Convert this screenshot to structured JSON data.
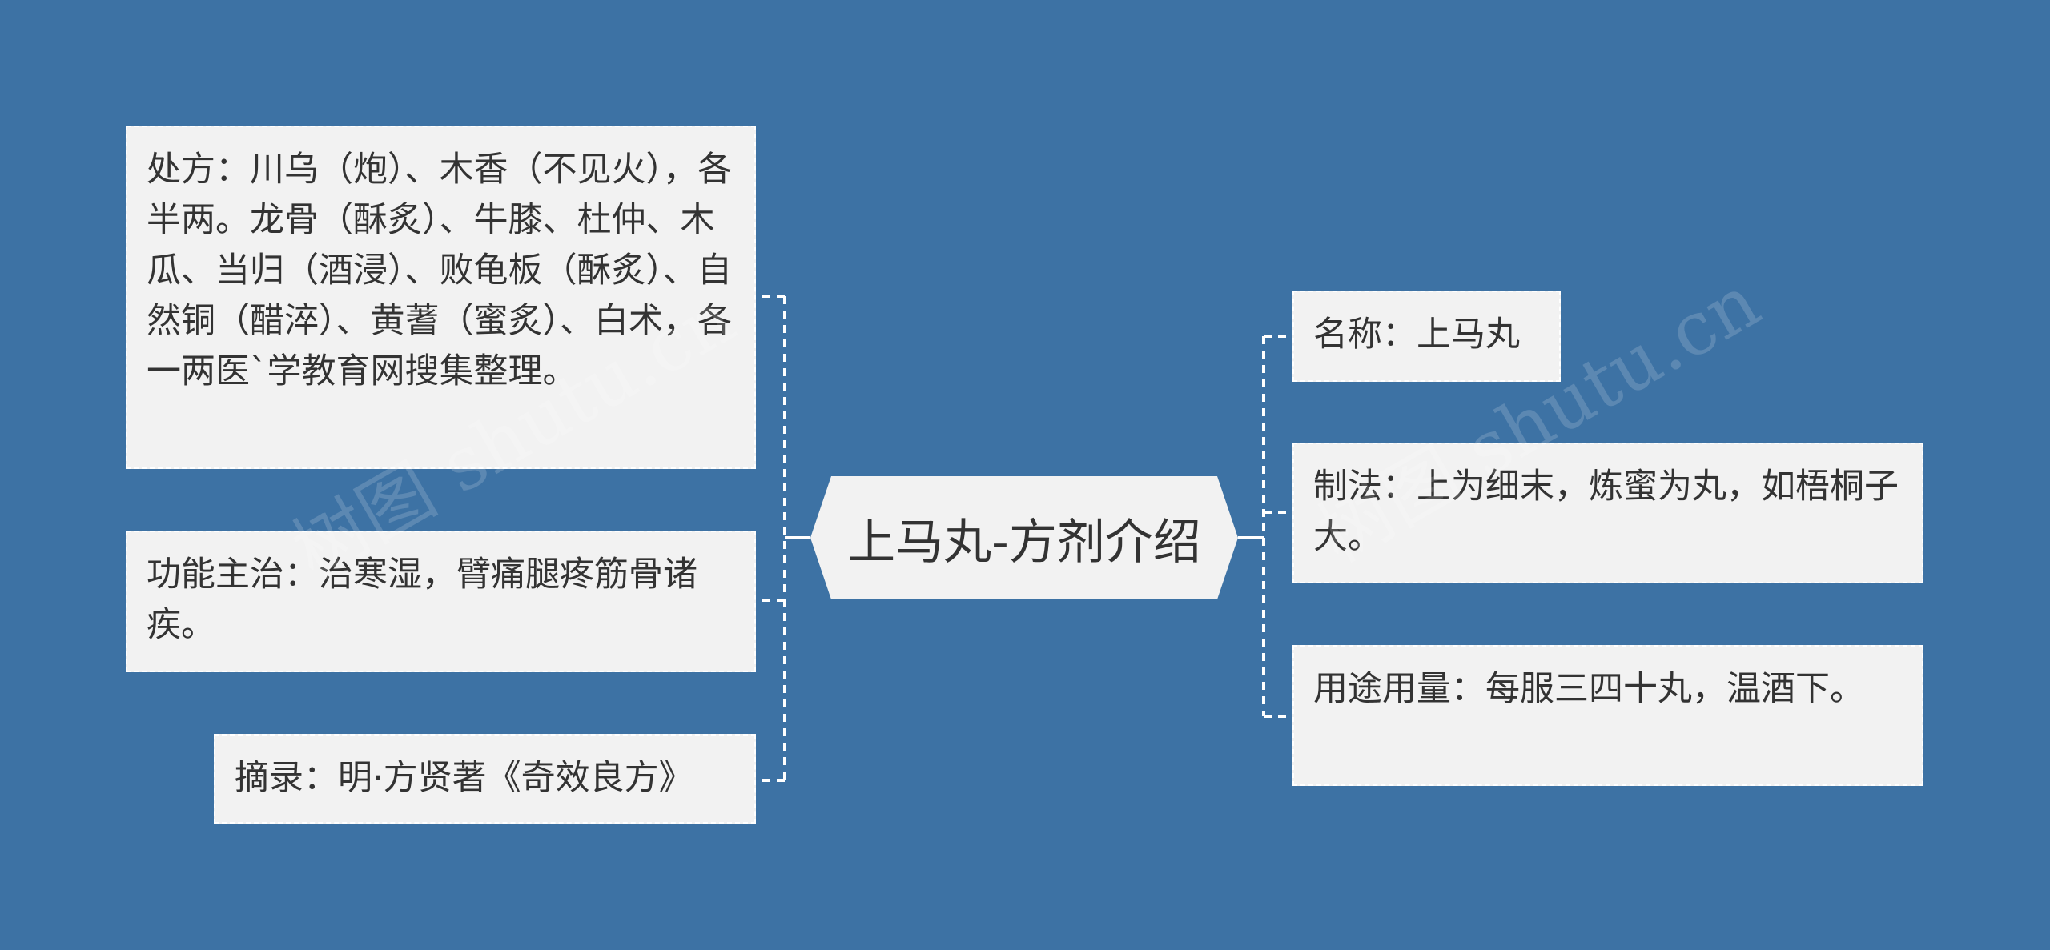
{
  "center": {
    "label": "上马丸-方剂介绍"
  },
  "left_nodes": [
    {
      "text": "处方：川乌（炮）、木香（不见火），各半两。龙骨（酥炙）、牛膝、杜仲、木瓜、当归（酒浸）、败龟板（酥炙）、自然铜（醋淬）、黄蓍（蜜炙）、白术，各一两医`学教育网搜集整理。"
    },
    {
      "text": "功能主治：治寒湿，臂痛腿疼筋骨诸疾。"
    },
    {
      "text": "摘录：明·方贤著《奇效良方》"
    }
  ],
  "right_nodes": [
    {
      "text": "名称：上马丸"
    },
    {
      "text": "制法：上为细末，炼蜜为丸，如梧桐子大。"
    },
    {
      "text": "用途用量：每服三四十丸，温酒下。"
    }
  ],
  "watermark": {
    "text": "树图 shutu.cn"
  },
  "colors": {
    "background": "#3d72a4",
    "node_fill": "#f2f2f2",
    "connector": "#ffffff",
    "text": "#333333"
  }
}
